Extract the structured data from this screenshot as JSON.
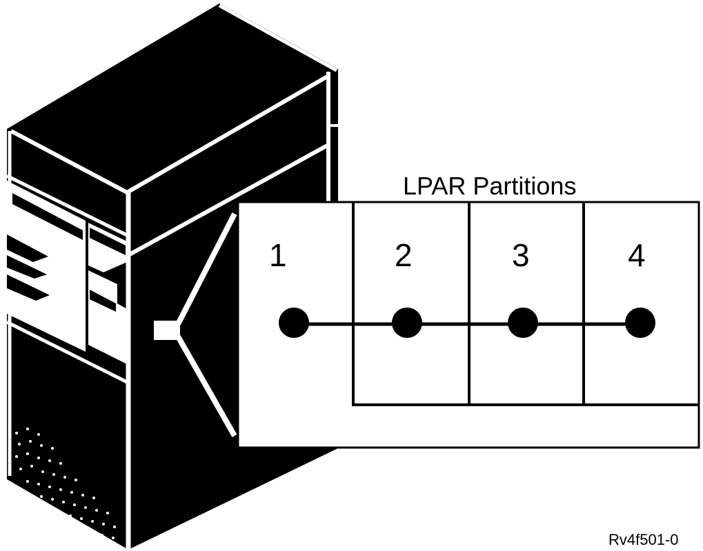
{
  "diagram": {
    "title": "LPAR Partitions",
    "partitions": [
      {
        "label": "1"
      },
      {
        "label": "2"
      },
      {
        "label": "3"
      },
      {
        "label": "4"
      }
    ],
    "figure_code": "Rv4f501-0"
  }
}
